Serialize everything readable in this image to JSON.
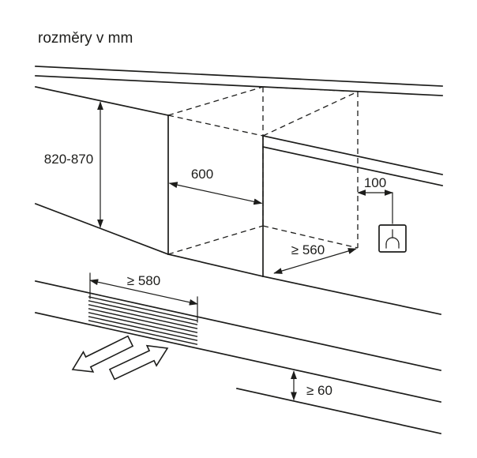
{
  "title": "rozměry v mm",
  "colors": {
    "background": "#ffffff",
    "line": "#1d1d1b"
  },
  "dims": {
    "niche_height": {
      "label": "820-870"
    },
    "niche_width": {
      "label": "600"
    },
    "niche_depth": {
      "label": "≥ 560"
    },
    "outlet_offset": {
      "label": "100"
    },
    "worktop_clearance": {
      "label": "≥ 580"
    },
    "vent_gap": {
      "label": "≥ 60"
    }
  },
  "icons": [
    {
      "name": "outlet-icon"
    },
    {
      "name": "airflow-out-arrow"
    },
    {
      "name": "airflow-in-arrow"
    }
  ]
}
